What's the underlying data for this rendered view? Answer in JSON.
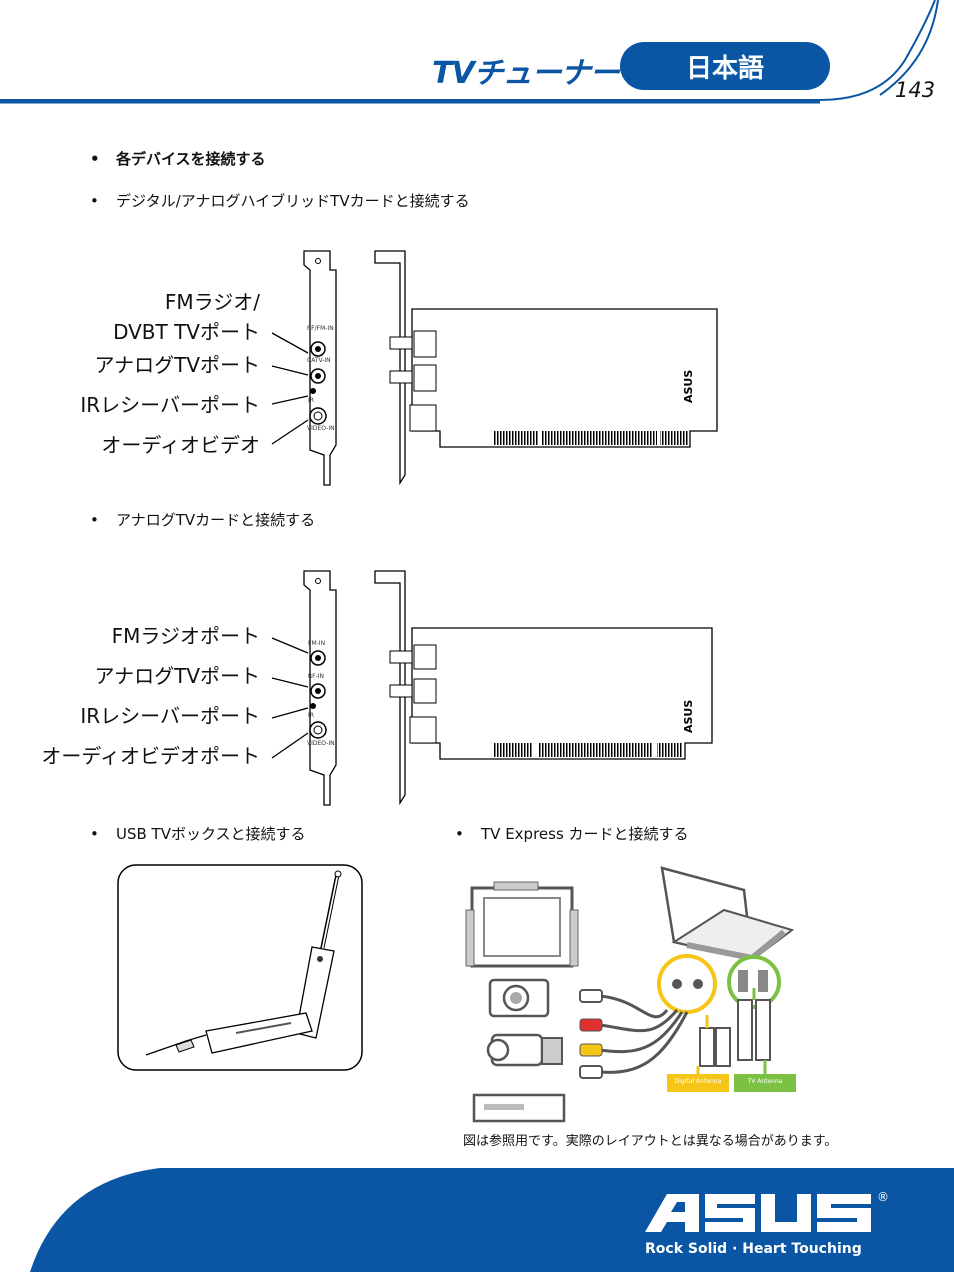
{
  "header": {
    "title": "TVチューナー",
    "language": "日本語",
    "page_number": "143"
  },
  "bullets": {
    "connect_devices": "各デバイスを接続する",
    "hybrid_card": "デジタル/アナログハイブリッドTVカードと接続する",
    "analog_card": "アナログTVカードと接続する",
    "usb_box": "USB TVボックスと接続する",
    "express_card": "TV Express カードと接続する"
  },
  "hybrid_labels": [
    "FMラジオ/",
    "DVBT TVポート",
    "アナログTVポート",
    "IRレシーバーポート",
    "オーディオビデオ"
  ],
  "hybrid_ports": [
    "RF/FM-IN",
    "CATV-IN",
    "IR",
    "VIDEO-IN"
  ],
  "analog_labels": [
    "FMラジオポート",
    "アナログTVポート",
    "IRレシーバーポート",
    "オーディオビデオポート"
  ],
  "analog_ports": [
    "FM-IN",
    "RF-IN",
    "IR",
    "VIDEO-IN"
  ],
  "express_labels": [
    "Digital Antenna",
    "TV Antenna"
  ],
  "caption": "図は参照用です。実際のレイアウトとは異なる場合があります。",
  "footer": {
    "brand": "ASUS",
    "registered": "®",
    "tagline": "Rock Solid · Heart Touching"
  },
  "colors": {
    "brand_blue": "#0b56a4",
    "label_yellow": "#f5c518",
    "label_green": "#7cc143"
  }
}
